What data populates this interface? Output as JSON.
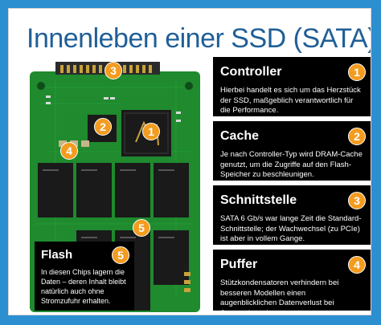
{
  "title": "Innenleben einer SSD (SATA)",
  "colors": {
    "page_bg": "#2c8fd0",
    "title": "#1f5f97",
    "marker": "#f39c1f",
    "pcb": "#1f8a2e",
    "chip": "#1a1a1a",
    "gold": "#c9a23a"
  },
  "markers": {
    "controller": "1",
    "cache": "2",
    "interface": "3",
    "buffer": "4",
    "flash": "5"
  },
  "cards": {
    "controller": {
      "heading": "Controller",
      "number": "1",
      "text": "Hierbei handelt es sich um das Herzstück der SSD, maßgeblich verantwortlich für die Performance."
    },
    "cache": {
      "heading": "Cache",
      "number": "2",
      "text": "Je nach Controller-Typ wird DRAM-Cache genutzt, um die Zugriffe auf den Flash-Speicher zu beschleunigen."
    },
    "interface": {
      "heading": "Schnittstelle",
      "number": "3",
      "text": "SATA 6 Gb/s war lange Zeit die Standard-Schnittstelle; der Wachwechsel (zu PCIe) ist aber in vollem Gange."
    },
    "buffer": {
      "heading": "Puffer",
      "number": "4",
      "text": "Stützkondensatoren verhindern bei besseren Modellen einen augenblicklichen Datenverlust bei Stromschwankungen"
    },
    "flash": {
      "heading": "Flash",
      "number": "5",
      "text": "In diesen Chips lagern die Daten – deren Inhalt bleibt natürlich auch ohne Stromzufuhr erhalten."
    }
  }
}
